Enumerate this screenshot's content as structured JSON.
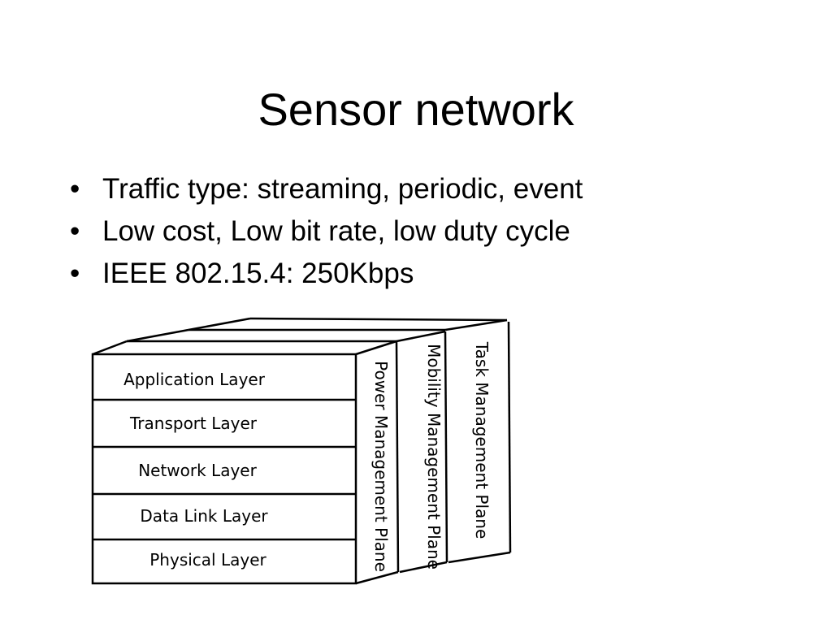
{
  "slide": {
    "title": "Sensor network",
    "bullet_glyph": "•",
    "bullets": [
      "Traffic type: streaming, periodic, event",
      "Low cost, Low bit rate, low duty cycle",
      "IEEE 802.15.4: 250Kbps"
    ]
  },
  "diagram": {
    "layers": [
      "Application Layer",
      "Transport Layer",
      "Network Layer",
      "Data Link Layer",
      "Physical Layer"
    ],
    "planes": [
      "Power Management Plane",
      "Mobility Management Plane",
      "Task Management Plane"
    ]
  }
}
